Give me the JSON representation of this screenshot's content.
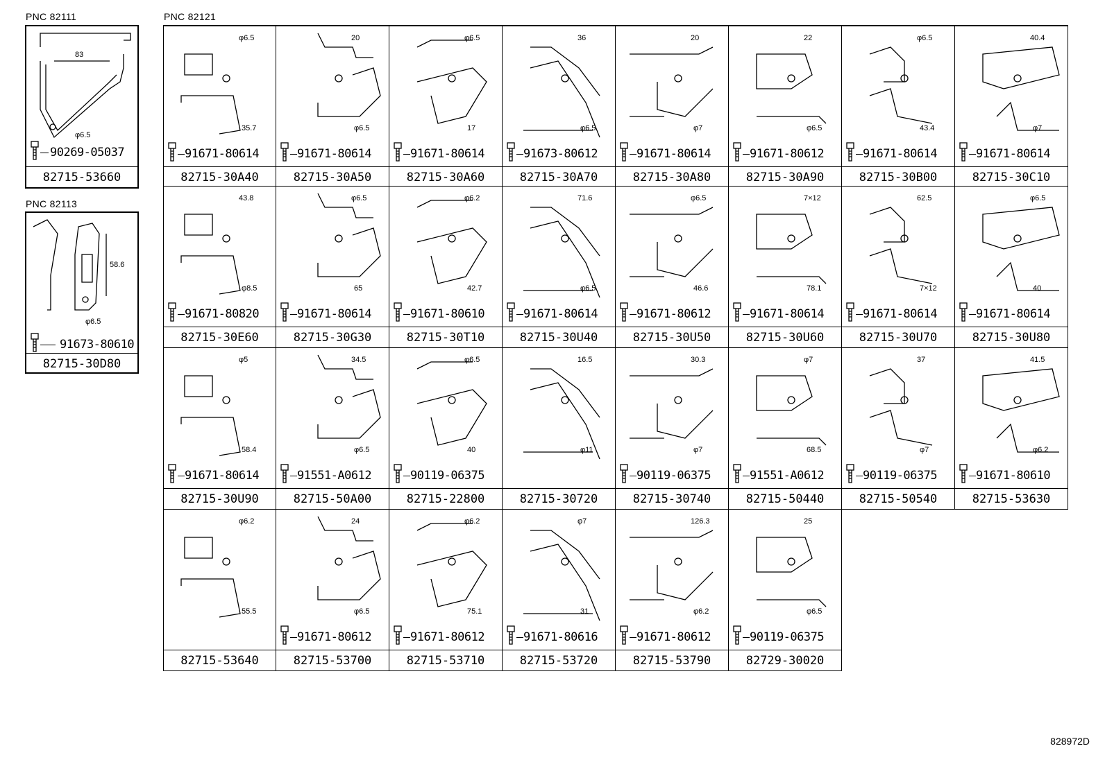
{
  "left_groups": [
    {
      "pnc": "PNC 82111",
      "fastener": "90269-05037",
      "part": "82715-53660",
      "dims": [
        "83",
        "φ6.5"
      ]
    },
    {
      "pnc": "PNC 82113",
      "fastener": "91673-80610",
      "part": "82715-30D80",
      "dims": [
        "58.6",
        "φ6.5"
      ]
    }
  ],
  "main_group": {
    "pnc": "PNC 82121",
    "cells": [
      {
        "fastener": "91671-80614",
        "part": "82715-30A40",
        "dims": [
          "φ6.5",
          "35.7"
        ]
      },
      {
        "fastener": "91671-80614",
        "part": "82715-30A50",
        "dims": [
          "20",
          "φ6.5"
        ]
      },
      {
        "fastener": "91671-80614",
        "part": "82715-30A60",
        "dims": [
          "φ6.5",
          "17"
        ]
      },
      {
        "fastener": "91673-80612",
        "part": "82715-30A70",
        "dims": [
          "36",
          "φ6.5"
        ]
      },
      {
        "fastener": "91671-80614",
        "part": "82715-30A80",
        "dims": [
          "20",
          "φ7"
        ]
      },
      {
        "fastener": "91671-80612",
        "part": "82715-30A90",
        "dims": [
          "22",
          "φ6.5"
        ]
      },
      {
        "fastener": "91671-80614",
        "part": "82715-30B00",
        "dims": [
          "φ6.5",
          "43.4"
        ]
      },
      {
        "fastener": "91671-80614",
        "part": "82715-30C10",
        "dims": [
          "40.4",
          "φ7"
        ]
      },
      {
        "fastener": "91671-80820",
        "part": "82715-30E60",
        "dims": [
          "43.8",
          "φ8.5"
        ]
      },
      {
        "fastener": "91671-80614",
        "part": "82715-30G30",
        "dims": [
          "φ6.5",
          "65"
        ]
      },
      {
        "fastener": "91671-80610",
        "part": "82715-30T10",
        "dims": [
          "φ6.2",
          "42.7"
        ]
      },
      {
        "fastener": "91671-80614",
        "part": "82715-30U40",
        "dims": [
          "71.6",
          "φ6.5"
        ]
      },
      {
        "fastener": "91671-80612",
        "part": "82715-30U50",
        "dims": [
          "φ6.5",
          "46.6"
        ]
      },
      {
        "fastener": "91671-80614",
        "part": "82715-30U60",
        "dims": [
          "7×12",
          "78.1"
        ]
      },
      {
        "fastener": "91671-80614",
        "part": "82715-30U70",
        "dims": [
          "62.5",
          "7×12"
        ]
      },
      {
        "fastener": "91671-80614",
        "part": "82715-30U80",
        "dims": [
          "φ6.5",
          "40"
        ]
      },
      {
        "fastener": "91671-80614",
        "part": "82715-30U90",
        "dims": [
          "φ5",
          "58.4"
        ]
      },
      {
        "fastener": "91551-A0612",
        "part": "82715-50A00",
        "dims": [
          "34.5",
          "φ6.5"
        ]
      },
      {
        "fastener": "90119-06375",
        "part": "82715-22800",
        "dims": [
          "φ6.5",
          "40"
        ]
      },
      {
        "fastener": "",
        "part": "82715-30720",
        "dims": [
          "16.5",
          "φ11"
        ]
      },
      {
        "fastener": "90119-06375",
        "part": "82715-30740",
        "dims": [
          "30.3",
          "φ7"
        ]
      },
      {
        "fastener": "91551-A0612",
        "part": "82715-50440",
        "dims": [
          "φ7",
          "68.5"
        ]
      },
      {
        "fastener": "90119-06375",
        "part": "82715-50540",
        "dims": [
          "37",
          "φ7"
        ]
      },
      {
        "fastener": "91671-80610",
        "part": "82715-53630",
        "dims": [
          "41.5",
          "φ6.2"
        ]
      },
      {
        "fastener": "",
        "part": "82715-53640",
        "dims": [
          "φ6.2",
          "55.5"
        ]
      },
      {
        "fastener": "91671-80612",
        "part": "82715-53700",
        "dims": [
          "24",
          "φ6.5"
        ]
      },
      {
        "fastener": "91671-80612",
        "part": "82715-53710",
        "dims": [
          "φ6.2",
          "75.1"
        ]
      },
      {
        "fastener": "91671-80616",
        "part": "82715-53720",
        "dims": [
          "φ7",
          "31"
        ]
      },
      {
        "fastener": "91671-80612",
        "part": "82715-53790",
        "dims": [
          "126.3",
          "φ6.2"
        ]
      },
      {
        "fastener": "90119-06375",
        "part": "82729-30020",
        "dims": [
          "25",
          "φ6.5"
        ]
      }
    ]
  },
  "reference": "828972D"
}
